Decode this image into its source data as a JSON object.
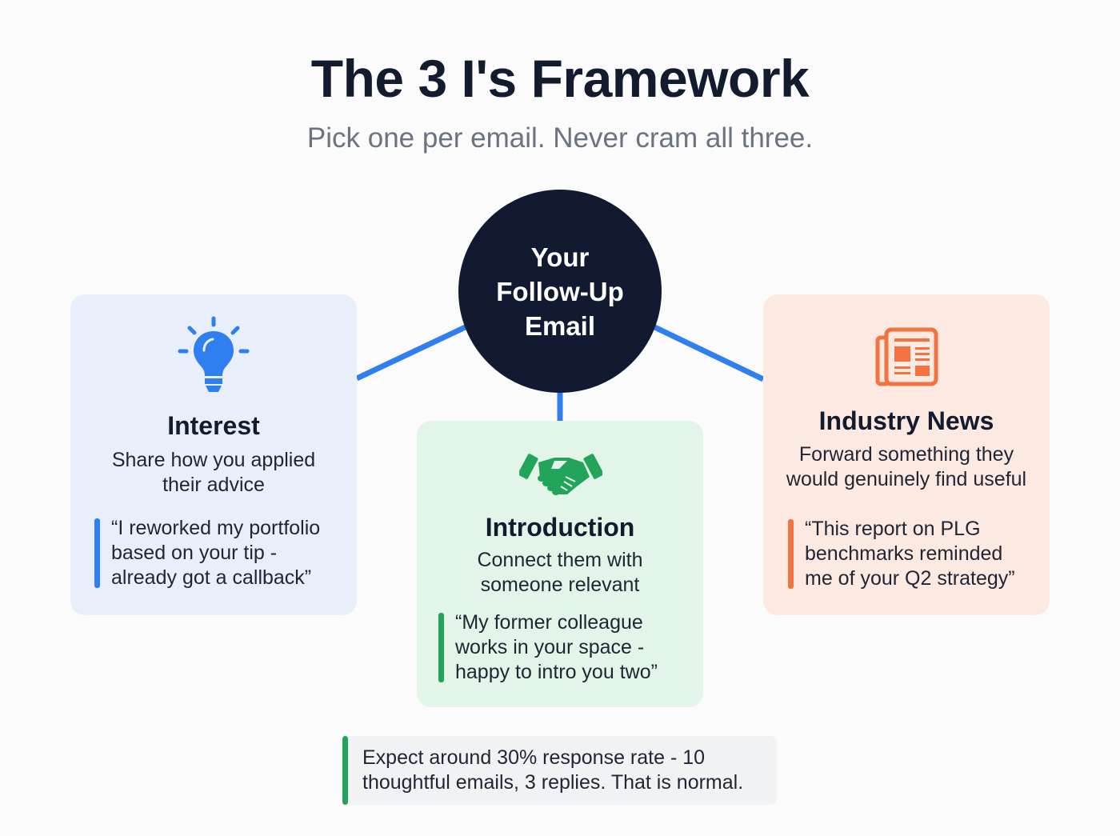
{
  "header": {
    "title": "The 3 I's Framework",
    "subtitle": "Pick one per email. Never cram all three."
  },
  "hub": {
    "lines": [
      "Your",
      "Follow-Up",
      "Email"
    ],
    "color": "#111a30"
  },
  "connector_color": "#2f7ff0",
  "cards": [
    {
      "id": "interest",
      "icon": "lightbulb-icon",
      "title": "Interest",
      "description_lines": [
        "Share how you applied",
        "their advice"
      ],
      "quote_lines": [
        "“I reworked my portfolio",
        "based on your tip -",
        "already got a callback”"
      ],
      "accent": "#2f7ff0",
      "background": "#e8effb"
    },
    {
      "id": "introduction",
      "icon": "handshake-icon",
      "title": "Introduction",
      "description_lines": [
        "Connect them with",
        "someone relevant"
      ],
      "quote_lines": [
        "“My former colleague",
        "works in your space -",
        "happy to intro you two”"
      ],
      "accent": "#22a55a",
      "background": "#e3f4e9"
    },
    {
      "id": "industry-news",
      "icon": "newspaper-icon",
      "title": "Industry News",
      "description_lines": [
        "Forward something they",
        "would genuinely find useful"
      ],
      "quote_lines": [
        "“This report on PLG",
        "benchmarks reminded",
        "me of your Q2 strategy”"
      ],
      "accent": "#f2733f",
      "background": "#fce9e2"
    }
  ],
  "note": {
    "lines": [
      "Expect around 30% response rate - 10",
      "thoughtful emails, 3 replies. That is normal."
    ],
    "accent": "#22a55a"
  }
}
